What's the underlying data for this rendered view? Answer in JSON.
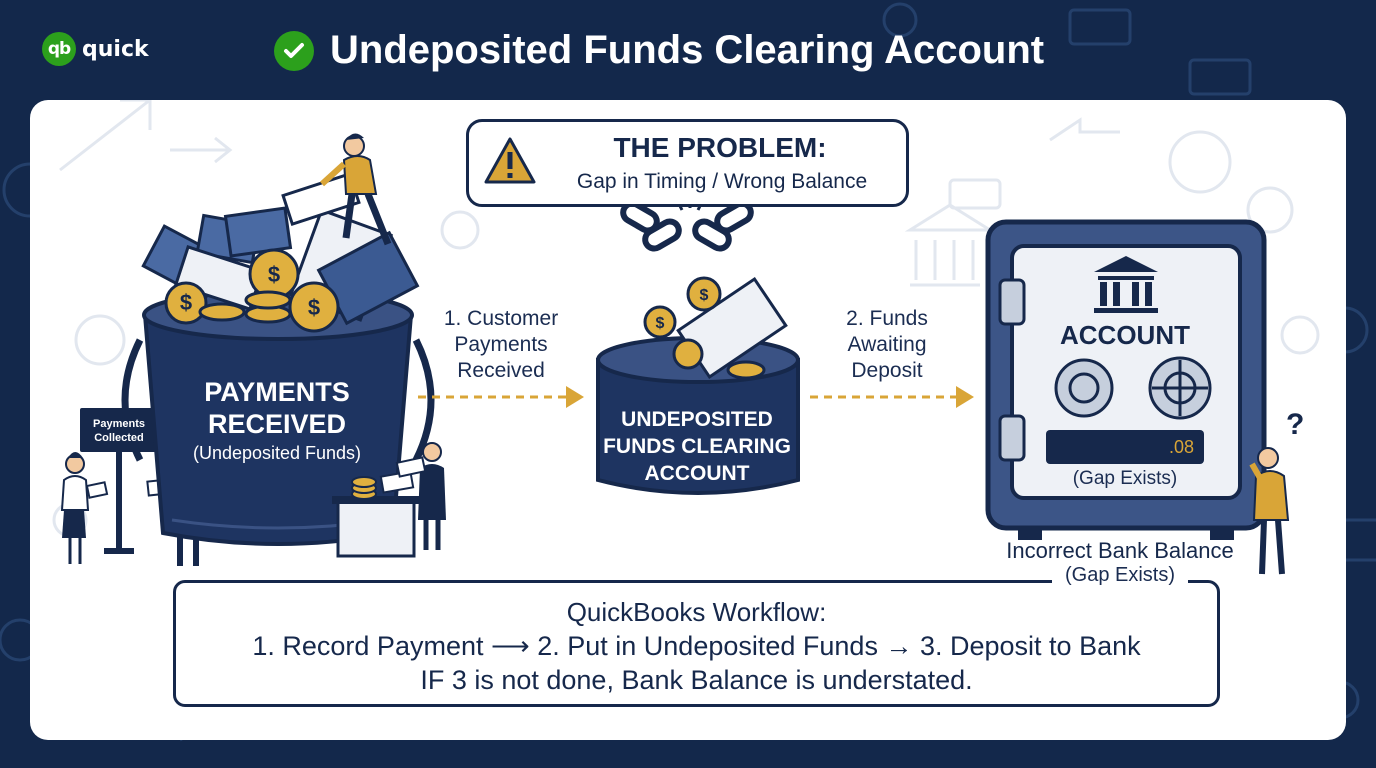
{
  "header": {
    "brand": "quick",
    "title": "Undeposited Funds Clearing Account"
  },
  "problem": {
    "title": "THE PROBLEM:",
    "subtitle": "Gap in Timing / Wrong Balance"
  },
  "sign": {
    "text": "Payments Collected"
  },
  "bucket": {
    "label": "PAYMENTS RECEIVED",
    "sub": "(Undeposited Funds)"
  },
  "step1": {
    "label": "1. Customer Payments Received"
  },
  "clearing": {
    "label": "UNDEPOSITED FUNDS CLEARING ACCOUNT"
  },
  "step2": {
    "label": "2. Funds Awaiting Deposit"
  },
  "safe": {
    "title": "ACCOUNT",
    "value": ".08",
    "gap": "(Gap Exists)"
  },
  "bank": {
    "label": "Incorrect Bank Balance",
    "sub": "(Gap Exists)"
  },
  "workflow": {
    "title": "QuickBooks Workflow:",
    "line1_a": "1. Record Payment",
    "line1_b": "2. Put in Undeposited Funds",
    "line1_c": "3. Deposit to Bank",
    "line2": "IF 3 is not done, Bank Balance is understated."
  },
  "colors": {
    "navy": "#16284b",
    "gold": "#d9a537",
    "green": "#2ca01c"
  },
  "icons": [
    "logo-icon",
    "check-icon",
    "warning-icon",
    "broken-chain-icon",
    "bank-icon",
    "dollar-icon",
    "question-icon"
  ]
}
